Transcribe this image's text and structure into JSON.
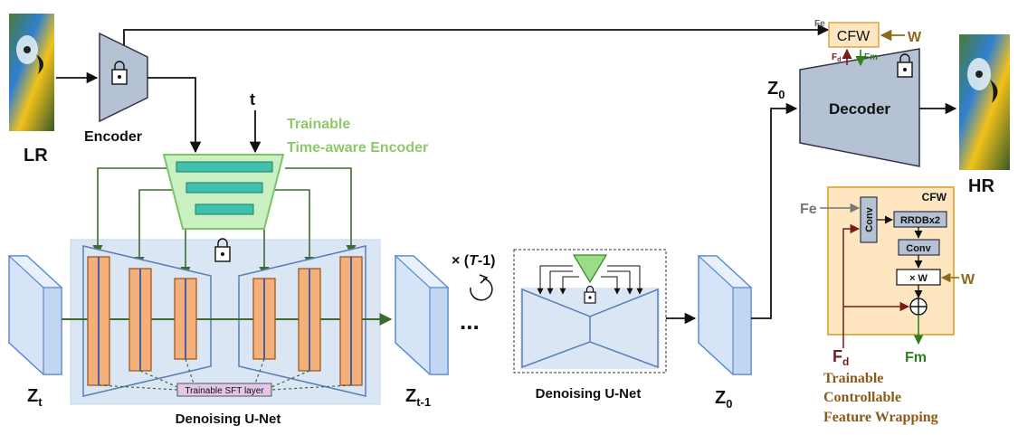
{
  "images": {
    "lr_label": "LR",
    "hr_label": "HR"
  },
  "encoder": {
    "label": "Encoder"
  },
  "decoder": {
    "label": "Decoder"
  },
  "time_input": {
    "label": "t"
  },
  "time_aware_encoder": {
    "line1": "Trainable",
    "line2": "Time-aware Encoder"
  },
  "unet": {
    "caption": "Denoising U-Net",
    "sft_label": "Trainable SFT layer",
    "small_caption": "Denoising U-Net"
  },
  "latents": {
    "zt": "Z",
    "zt_sub": "t",
    "zt1": "Z",
    "zt1_sub": "t-1",
    "z0": "Z",
    "z0_sub": "0",
    "z0_top": "Z",
    "z0_top_sub": "0"
  },
  "loop": {
    "label_prefix": "× (",
    "label_t": "T",
    "label_suffix": "-1)",
    "ellipsis": "..."
  },
  "cfw_top": {
    "label": "CFW",
    "fe": "Fe",
    "fd": "F",
    "fd_sub": "d",
    "fm": "Fm",
    "w": "W"
  },
  "cfw_module": {
    "title": "CFW",
    "fe": "Fe",
    "conv_vertical": "Conv",
    "rrdb": "RRDBx2",
    "conv": "Conv",
    "scale": "× W",
    "w": "W",
    "fd": "F",
    "fd_sub": "d",
    "fm": "Fm",
    "caption_line1": "Trainable",
    "caption_line2": "Controllable",
    "caption_line3": "Feature Wrapping"
  },
  "colors": {
    "encoder_fill": "#b4c2d4",
    "latent_fill": "#d6e4f7",
    "latent_stroke": "#5b8bd0",
    "unet_bg": "#dbe6f5",
    "trainable_green": "#9bdc8a",
    "teal_bar": "#3fc2ad",
    "orange_block": "#f3b07a",
    "cfw_panel": "#fde6c0",
    "cfw_border": "#e0b050",
    "fd_color": "#7a1a1a",
    "fm_color": "#2e7d1e",
    "w_color": "#8b6b1a",
    "arrow_green": "#3d6b2e"
  }
}
